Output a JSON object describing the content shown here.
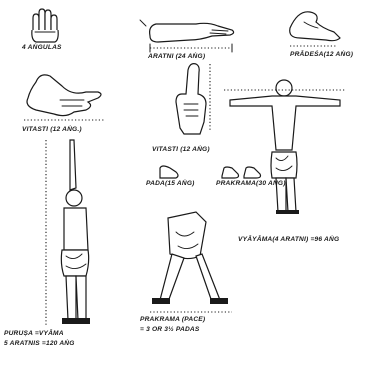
{
  "labels": {
    "angulas": "4 AṄGULAS",
    "aratni": "ARATNI (24 AṄG)",
    "pradesa": "PRĀDEŚA(12 AṄG)",
    "vitasti_hand": "VITASTI (12 AṄG.)",
    "vitasti_fingers": "VITASTI (12 AṄG)",
    "pada": "PADA(15 AṄG)",
    "prakrama": "PRAKRAMA(30 AṄG)",
    "vyayama": "VYĀYĀMA(4 ARATNI) =96 AṄG",
    "purusa_line1": "PURUṢA =VYĀMA",
    "purusa_line2": "5 ARATNIS =120 AṄG",
    "prakrama_pace_line1": "PRAKRAMA (PACE)",
    "prakrama_pace_line2": "= 3 OR 3½ PADAS"
  }
}
